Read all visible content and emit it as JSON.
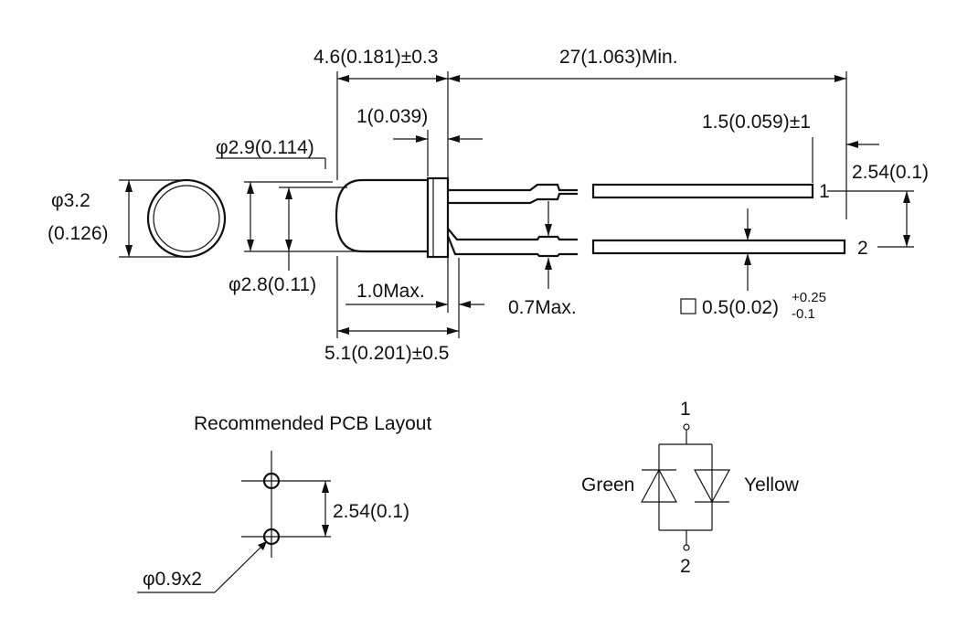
{
  "dimensions": {
    "body_diameter": "φ3.2",
    "body_diameter_inch": "(0.126)",
    "lens_diameter_top": "φ2.9(0.114)",
    "lens_diameter_bottom": "φ2.8(0.11)",
    "body_length": "4.6(0.181)±0.3",
    "lead_length": "27(1.063)Min.",
    "flange_thickness": "1(0.039)",
    "lead_offset": "1.5(0.059)±1",
    "lead_spacing": "2.54(0.1)",
    "total_length": "5.1(0.201)±0.5",
    "resin_protrusion": "1.0Max.",
    "kink_width": "0.7Max.",
    "lead_size_main": "0.5(0.02)",
    "lead_size_tol_plus": "+0.25",
    "lead_size_tol_minus": "-0.1"
  },
  "pins": {
    "pin1": "1",
    "pin2": "2"
  },
  "pcb": {
    "title": "Recommended PCB Layout",
    "spacing": "2.54(0.1)",
    "hole": "φ0.9x2"
  },
  "schematic": {
    "pin_top": "1",
    "pin_bottom": "2",
    "led_left": "Green",
    "led_right": "Yellow"
  }
}
